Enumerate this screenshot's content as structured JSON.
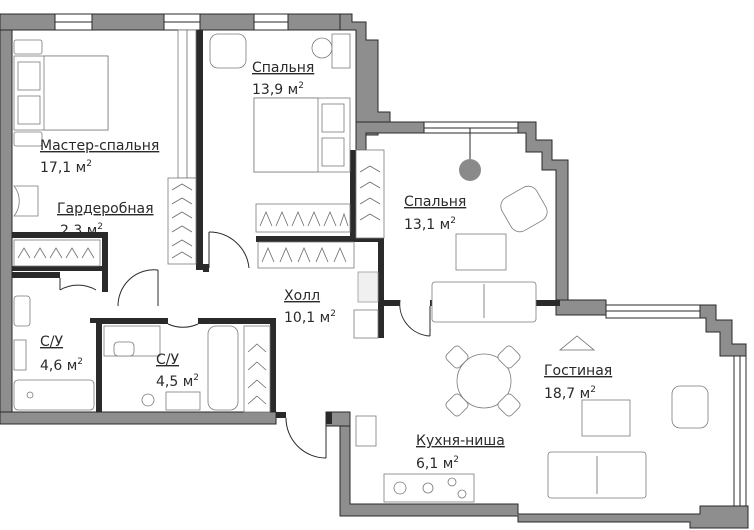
{
  "plan": {
    "rooms": [
      {
        "id": "master-bedroom",
        "name": "Мастер-спальня",
        "area": "17,1 м",
        "unit_sup": "2"
      },
      {
        "id": "bedroom-1",
        "name": "Спальня",
        "area": "13,9 м",
        "unit_sup": "2"
      },
      {
        "id": "wardrobe",
        "name": "Гардеробная",
        "area": "2,3 м",
        "unit_sup": "2"
      },
      {
        "id": "bedroom-2",
        "name": "Спальня",
        "area": "13,1 м",
        "unit_sup": "2"
      },
      {
        "id": "hall",
        "name": "Холл",
        "area": "10,1 м",
        "unit_sup": "2"
      },
      {
        "id": "bathroom-1",
        "name": "С/У",
        "area": "4,6 м",
        "unit_sup": "2"
      },
      {
        "id": "bathroom-2",
        "name": "С/У",
        "area": "4,5 м",
        "unit_sup": "2"
      },
      {
        "id": "living-room",
        "name": "Гостиная",
        "area": "18,7 м",
        "unit_sup": "2"
      },
      {
        "id": "kitchen-niche",
        "name": "Кухня-ниша",
        "area": "6,1 м",
        "unit_sup": "2"
      }
    ]
  }
}
